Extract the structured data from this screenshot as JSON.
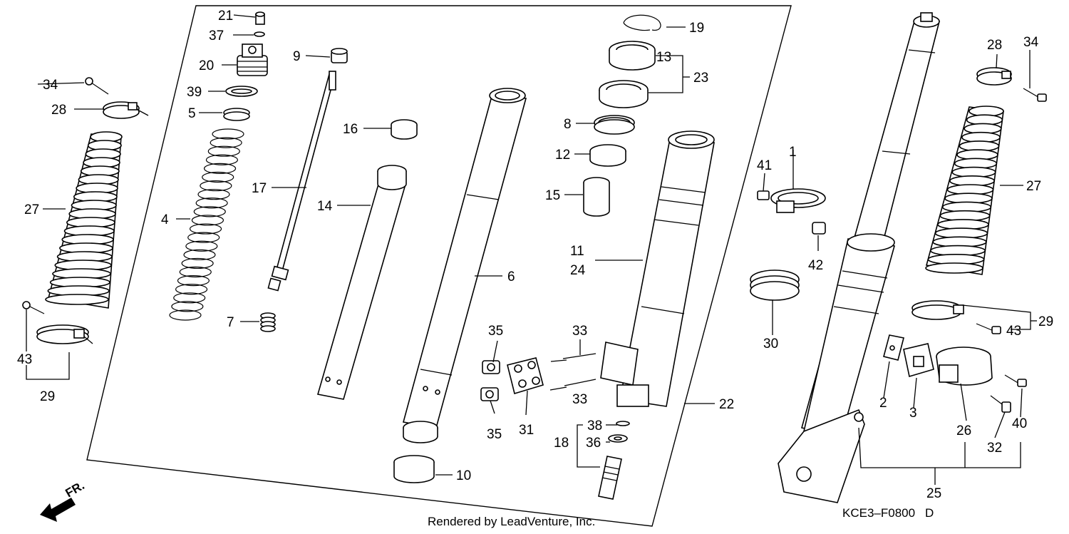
{
  "diagram": {
    "code": "KCE3–F0800",
    "revision": "D",
    "watermark": "Rendered by LeadVenture, Inc.",
    "direction": "FR.",
    "callouts": [
      {
        "id": "c1",
        "text": "1"
      },
      {
        "id": "c2",
        "text": "2"
      },
      {
        "id": "c3",
        "text": "3"
      },
      {
        "id": "c4",
        "text": "4"
      },
      {
        "id": "c5",
        "text": "5"
      },
      {
        "id": "c6",
        "text": "6"
      },
      {
        "id": "c7",
        "text": "7"
      },
      {
        "id": "c8",
        "text": "8"
      },
      {
        "id": "c9",
        "text": "9"
      },
      {
        "id": "c10",
        "text": "10"
      },
      {
        "id": "c11",
        "text": "11"
      },
      {
        "id": "c12",
        "text": "12"
      },
      {
        "id": "c13",
        "text": "13"
      },
      {
        "id": "c14",
        "text": "14"
      },
      {
        "id": "c15",
        "text": "15"
      },
      {
        "id": "c16",
        "text": "16"
      },
      {
        "id": "c17",
        "text": "17"
      },
      {
        "id": "c18",
        "text": "18"
      },
      {
        "id": "c19",
        "text": "19"
      },
      {
        "id": "c20",
        "text": "20"
      },
      {
        "id": "c21",
        "text": "21"
      },
      {
        "id": "c22",
        "text": "22"
      },
      {
        "id": "c23",
        "text": "23"
      },
      {
        "id": "c24",
        "text": "24"
      },
      {
        "id": "c25",
        "text": "25"
      },
      {
        "id": "c26",
        "text": "26"
      },
      {
        "id": "c27a",
        "text": "27"
      },
      {
        "id": "c27b",
        "text": "27"
      },
      {
        "id": "c28a",
        "text": "28"
      },
      {
        "id": "c28b",
        "text": "28"
      },
      {
        "id": "c29a",
        "text": "29"
      },
      {
        "id": "c29b",
        "text": "29"
      },
      {
        "id": "c30",
        "text": "30"
      },
      {
        "id": "c31",
        "text": "31"
      },
      {
        "id": "c32",
        "text": "32"
      },
      {
        "id": "c33a",
        "text": "33"
      },
      {
        "id": "c33b",
        "text": "33"
      },
      {
        "id": "c34a",
        "text": "34"
      },
      {
        "id": "c34b",
        "text": "34"
      },
      {
        "id": "c35a",
        "text": "35"
      },
      {
        "id": "c35b",
        "text": "35"
      },
      {
        "id": "c36",
        "text": "36"
      },
      {
        "id": "c37",
        "text": "37"
      },
      {
        "id": "c38",
        "text": "38"
      },
      {
        "id": "c39",
        "text": "39"
      },
      {
        "id": "c40",
        "text": "40"
      },
      {
        "id": "c41",
        "text": "41"
      },
      {
        "id": "c42",
        "text": "42"
      },
      {
        "id": "c43a",
        "text": "43"
      },
      {
        "id": "c43b",
        "text": "43"
      }
    ]
  }
}
